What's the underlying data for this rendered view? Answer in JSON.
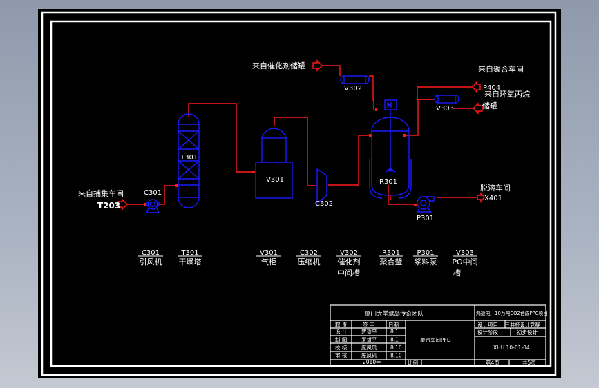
{
  "drawing": {
    "title": "聚合车间PFD",
    "colors": {
      "background": "#000000",
      "equipment": "#1a1aff",
      "pipeline": "#ff1a1a",
      "text": "#ffffff",
      "frame": "#ffffff"
    }
  },
  "streams": {
    "in_t203": {
      "label": "来自捕集车间",
      "code": "T203"
    },
    "in_catalyst": {
      "label": "来自催化剂储罐"
    },
    "in_p404": {
      "label": "来自聚合车间",
      "code": "P404"
    },
    "in_po": {
      "label_1": "来自环氧丙烷",
      "label_2": "储罐"
    },
    "out_x401": {
      "label": "脱溶车间",
      "code": "X401"
    }
  },
  "equipment_tags": {
    "c301": "C301",
    "t301": "T301",
    "v301": "V301",
    "c302": "C302",
    "v302": "V302",
    "r301": "R301",
    "p301": "P301",
    "v303": "V303"
  },
  "legend": [
    {
      "code": "C301",
      "name_1": "引风机",
      "name_2": ""
    },
    {
      "code": "T301",
      "name_1": "干燥塔",
      "name_2": ""
    },
    {
      "code": "V301",
      "name_1": "气柜",
      "name_2": ""
    },
    {
      "code": "C302",
      "name_1": "压缩机",
      "name_2": ""
    },
    {
      "code": "V302",
      "name_1": "催化剂",
      "name_2": "中间槽"
    },
    {
      "code": "R301",
      "name_1": "聚合釜",
      "name_2": ""
    },
    {
      "code": "P301",
      "name_1": "浆料泵",
      "name_2": ""
    },
    {
      "code": "V303",
      "name_1": "PO中间",
      "name_2": "槽"
    }
  ],
  "title_block": {
    "organization": "厦门大学鹭岛传奇团队",
    "project": "鸿捷电厂10万吨CO2合成PPC项目",
    "drawing_name": "聚合车间PFD",
    "headers": {
      "role": "职 责",
      "signature": "签 字",
      "date": "日期"
    },
    "rows": [
      {
        "role": "设 计",
        "signature": "罗哲平",
        "date": "8.1"
      },
      {
        "role": "制 图",
        "signature": "罗哲平",
        "date": "8.1"
      },
      {
        "role": "校 核",
        "signature": "庞凤玑",
        "date": "8.10"
      },
      {
        "role": "审 核",
        "signature": "庞凤玑",
        "date": "8.10"
      }
    ],
    "year": "2010年",
    "scale_label": "比例",
    "scale_value": "",
    "design_item_label": "设计项目",
    "design_item_value": "三井杯设计竞赛",
    "design_stage_label": "设计阶段",
    "design_stage_value": "初步设计",
    "drawing_number": "XHU 10-01-04",
    "sheet": "第4页",
    "total": "共5页"
  }
}
